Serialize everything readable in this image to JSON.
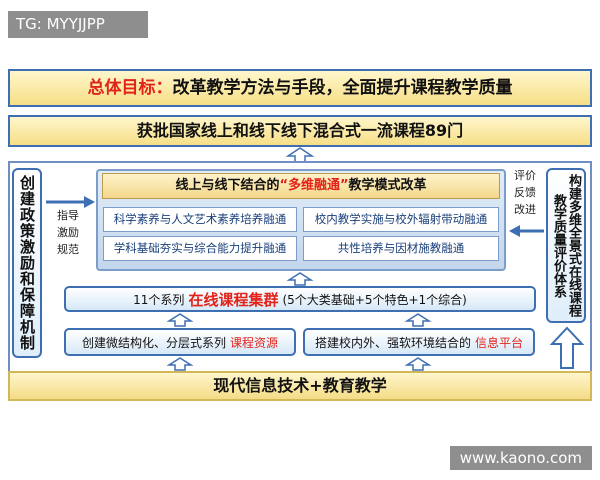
{
  "watermark_top": "TG: MYYJJPP",
  "watermark_bottom": "www.kaono.com",
  "goal": {
    "prefix": "总体目标：",
    "text": "改革教学方法与手段，全面提升课程教学质量"
  },
  "approved": "获批国家线上和线下线下混合式一流课程89门",
  "left_box": "创建政策激励和保障机制",
  "left_label": "指导\n激励\n规范",
  "right_label": "评价\n反馈\n改进",
  "right_box": "构建多维全景式在线课程教学质量评价体系",
  "core": {
    "title_pre": "线上与线下结合的",
    "title_red": "“多维融通”",
    "title_post": "教学模式改革",
    "cells": [
      "科学素养与人文艺术素养培养融通",
      "校内教学实施与校外辐射带动融通",
      "学科基础夯实与综合能力提升融通",
      "共性培养与因材施教融通"
    ]
  },
  "series": {
    "pre": "11个系列",
    "big": "在线课程集群",
    "post": "(5个大类基础+5个特色+1个综合)"
  },
  "resources": {
    "pre": "创建微结构化、分层式系列",
    "red": "课程资源"
  },
  "platform": {
    "pre": "搭建校内外、强软环境结合的",
    "red": "信息平台"
  },
  "bottom": "现代信息技术+教育教学"
}
